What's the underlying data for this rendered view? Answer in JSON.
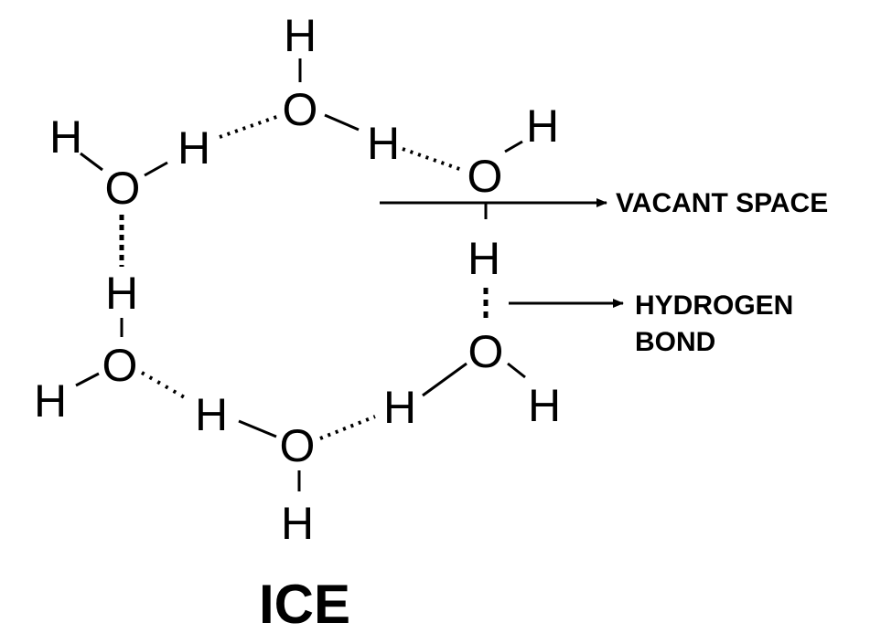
{
  "diagram": {
    "title": "ICE",
    "atom_oxygen": "O",
    "atom_hydrogen": "H",
    "callouts": {
      "vacant_space": "VACANT SPACE",
      "hydrogen_bond_line1": "HYDROGEN",
      "hydrogen_bond_line2": "BOND"
    },
    "colors": {
      "ink": "#000000",
      "background": "#ffffff"
    }
  }
}
